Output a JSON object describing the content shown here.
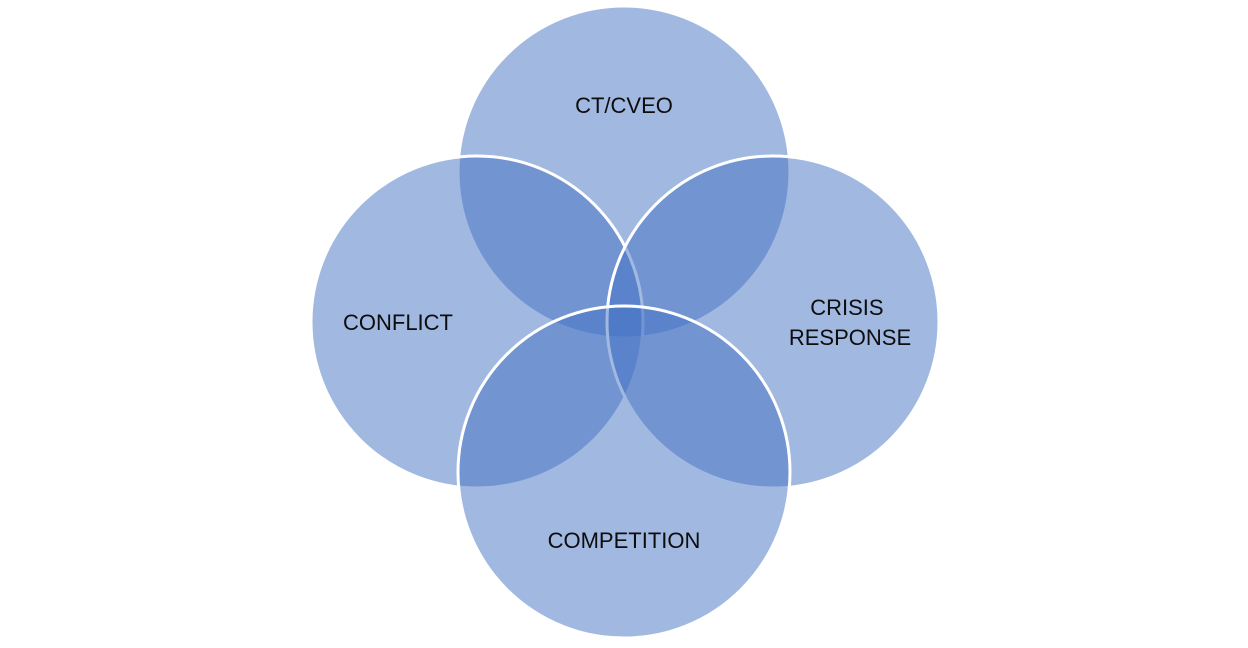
{
  "diagram": {
    "fill_color": "#4472c4",
    "fill_opacity": 0.5,
    "stroke_color": "#ffffff",
    "circles": [
      {
        "id": "top",
        "label_lines": [
          "CT/CVEO"
        ]
      },
      {
        "id": "left",
        "label_lines": [
          "CONFLICT"
        ]
      },
      {
        "id": "right",
        "label_lines": [
          "CRISIS",
          "RESPONSE"
        ]
      },
      {
        "id": "bottom",
        "label_lines": [
          "COMPETITION"
        ]
      }
    ]
  }
}
